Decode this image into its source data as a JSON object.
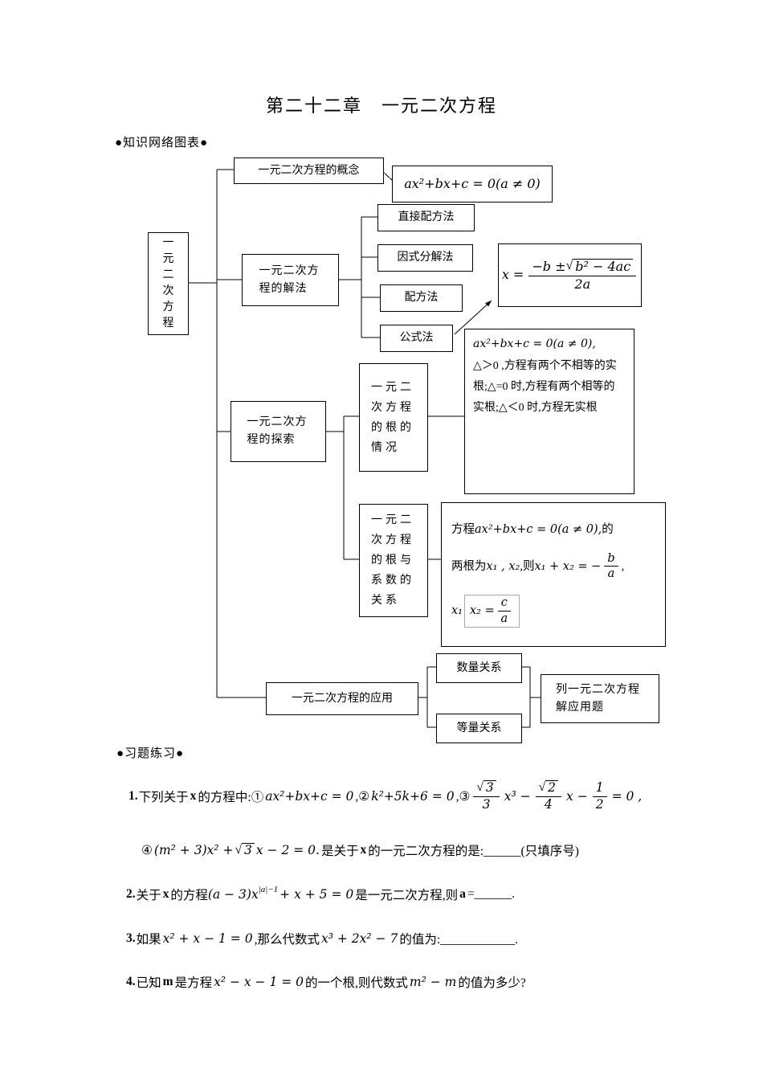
{
  "page": {
    "title": "第二十二章　一元二次方程",
    "section_network": "●知识网络图表●",
    "section_exercises": "●习题练习●"
  },
  "diagram": {
    "root": "一元二次方程",
    "concept_label": "一元二次方程的概念",
    "general_formula": "ax²+bx+c = 0(a ≠ 0)",
    "solve_label": "一元二次方程的解法",
    "method_direct": "直接配方法",
    "method_factoring": "因式分解法",
    "method_completing": "配方法",
    "method_formula": "公式法",
    "quadratic_formula": {
      "lhs": "x =",
      "num_pre": "−b ±",
      "rad_sign": "√",
      "rad_body": "b² − 4ac",
      "den": "2a"
    },
    "explore_label": "一元二次方程的探索",
    "nature_label": "一元二次方程的根的情况",
    "nature_formula": "ax²+bx+c = 0(a ≠ 0),",
    "nature_text": "△＞0 ,方程有两个不相等的实根;△=0 时,方程有两个相等的实根;△＜0 时,方程无实根",
    "vieta_label": "一元二次方程的根与系数的关系",
    "vieta_line1_pre": "方程 ",
    "vieta_line1_math": "ax²+bx+c = 0(a ≠ 0),",
    "vieta_line1_post": " 的",
    "vieta_line2_pre": "两根为 ",
    "vieta_line2_math": "x₁ , x₂",
    "vieta_line2_mid": " ,则 ",
    "vieta_line2_sum": "x₁ + x₂ = −",
    "vieta_frac_sum": {
      "num": "b",
      "den": "a"
    },
    "vieta_line2_end": " ,",
    "vieta_line3_pre": "x₁",
    "vieta_line3_boxed": "x₂ =",
    "vieta_frac_prod": {
      "num": "c",
      "den": "a"
    },
    "apply_label": "一元二次方程的应用",
    "quantity_label": "数量关系",
    "equality_label": "等量关系",
    "apply_solve_label": "列一元二次方程解应用题"
  },
  "exercises": {
    "e1": {
      "num": "1.",
      "seg_intro": "下列关于",
      "var_x": "x",
      "seg_list": "的方程中:①",
      "m1": "ax²+bx+c = 0",
      "sep1": ",②",
      "m2": "k²+5k+6 = 0",
      "sep2": ",③",
      "f1": {
        "sign": "√",
        "num": "3",
        "den": "3"
      },
      "m3": "x³ −",
      "f2": {
        "sign": "√",
        "num": "2",
        "den": "4"
      },
      "m4": "x −",
      "f3": {
        "num": "1",
        "den": "2"
      },
      "m5": "= 0 ,",
      "l2_circ": "④",
      "l2_m1": "(m² + 3)x² +",
      "l2_rad_sign": "√",
      "l2_rad_body": "3",
      "l2_m2": "x − 2 = 0.",
      "l2_seg1": "是关于",
      "l2_var_x": "x",
      "l2_seg2": "的一元二次方程的是:______(只填序号)"
    },
    "e2": {
      "num": "2.",
      "seg1": "关于",
      "var_x": "x",
      "seg2": "的方程",
      "m1": "(a − 3)x",
      "sup": "|a|−1",
      "m2": "+ x + 5 = 0",
      "seg3": "是一元二次方程,则",
      "var_a": "a",
      "seg4": "=______."
    },
    "e3": {
      "num": "3.",
      "seg1": "如果",
      "m1": "x² + x − 1 = 0",
      "seg2": ",那么代数式",
      "m2": "x³ + 2x² − 7",
      "seg3": "的值为:____________."
    },
    "e4": {
      "num": "4.",
      "seg1": "已知",
      "var_m": "m",
      "seg2": "是方程",
      "m1": "x² − x − 1 = 0",
      "seg3": "的一个根,则代数式",
      "m2": "m² − m",
      "seg4": "的值为多少?"
    }
  }
}
